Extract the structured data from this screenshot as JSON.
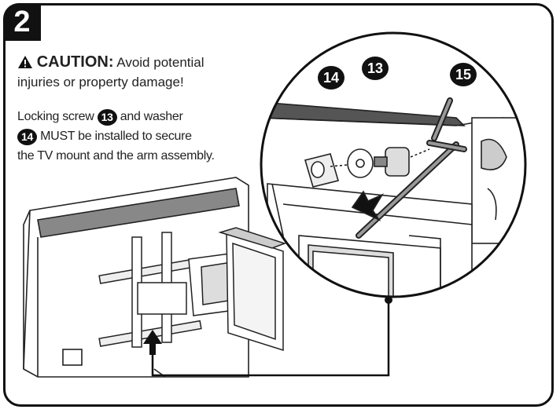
{
  "step": {
    "number": "2"
  },
  "caution": {
    "heading": "CAUTION:",
    "text_line1": "Avoid potential",
    "text_line2": "injuries or property damage!"
  },
  "instruction": {
    "part1": "Locking screw",
    "screw_ref": "13",
    "part2": "and washer",
    "washer_ref": "14",
    "part3": "MUST be installed to secure",
    "part4": "the TV mount and the arm assembly."
  },
  "callouts": {
    "washer": "14",
    "screw": "13",
    "hex_key": "15"
  },
  "icons": {
    "warning": "warning-triangle-icon",
    "pointer": "arrow-icon"
  }
}
